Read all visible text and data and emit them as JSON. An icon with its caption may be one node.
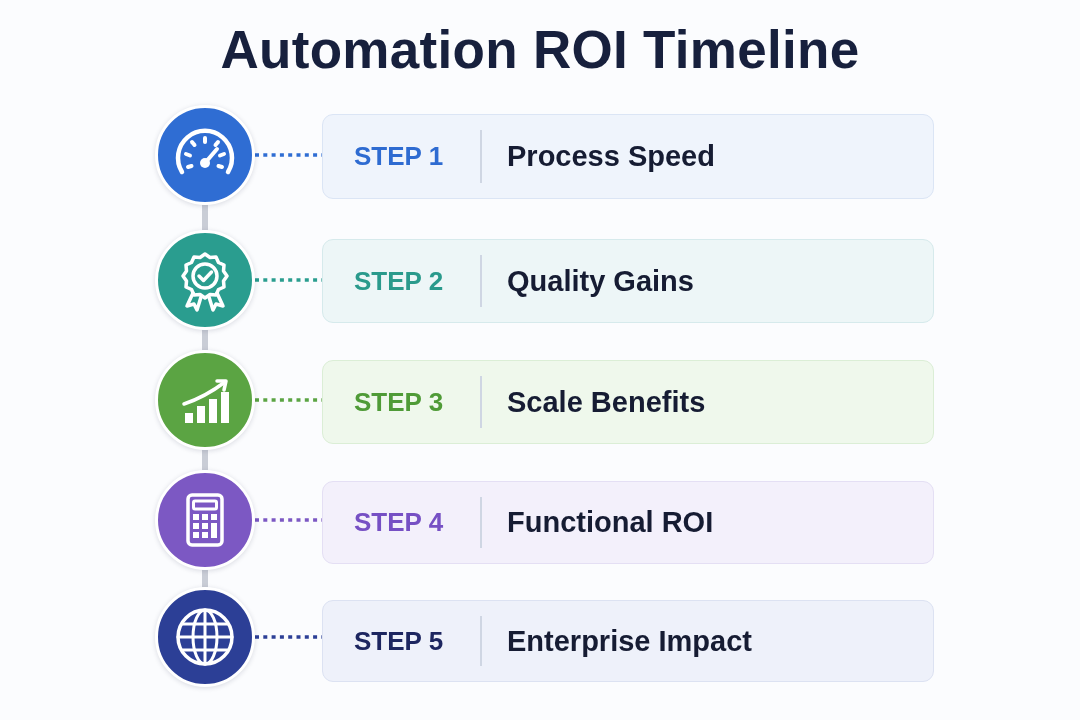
{
  "diagram": {
    "title": "Automation ROI Timeline",
    "nodes": [
      {
        "text": [],
        "shape": "circle"
      },
      {
        "text": [
          "STEP 1",
          "Process Speed"
        ]
      },
      {
        "text": [],
        "shape": "circle"
      },
      {
        "text": [
          "STEP 2",
          "Quality Gains"
        ]
      },
      {
        "text": [],
        "shape": "circle"
      },
      {
        "text": [
          "STEP 3",
          "Scale Benefits"
        ]
      },
      {
        "text": [],
        "shape": "circle"
      },
      {
        "text": [
          "STEP 4",
          "Functional ROI"
        ]
      },
      {
        "text": [],
        "shape": "circle"
      },
      {
        "text": [
          "STEP 5",
          "Enterprise Impact"
        ]
      }
    ],
    "edges": [
      {
        "from": 0,
        "to": 1,
        "arrow": "none",
        "style": "dashed",
        "color": "#2f6dd3"
      },
      {
        "from": 2,
        "to": 3,
        "arrow": "none",
        "style": "dashed",
        "color": "#2a9d8f"
      },
      {
        "from": 4,
        "to": 5,
        "arrow": "none",
        "style": "dashed",
        "color": "#5ba443"
      },
      {
        "from": 6,
        "to": 7,
        "arrow": "none",
        "style": "dashed",
        "color": "#7c58c3"
      },
      {
        "from": 8,
        "to": 9,
        "arrow": "none",
        "style": "dashed",
        "color": "#2c3f96"
      },
      {
        "from": 0,
        "to": 2,
        "arrow": "none"
      },
      {
        "from": 2,
        "to": 4,
        "arrow": "none"
      },
      {
        "from": 4,
        "to": 6,
        "arrow": "none"
      },
      {
        "from": 6,
        "to": 8,
        "arrow": "none"
      }
    ]
  }
}
